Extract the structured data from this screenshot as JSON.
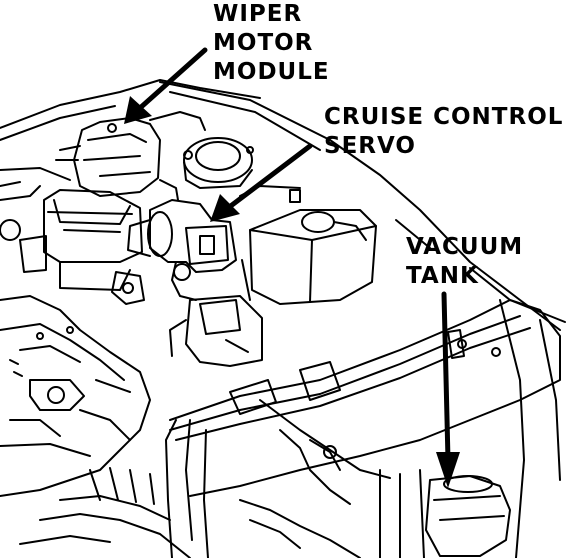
{
  "labels": {
    "wiper_motor_module": [
      "WIPER",
      "MOTOR",
      "MODULE"
    ],
    "cruise_control_servo": [
      "CRUISE CONTROL",
      "SERVO"
    ],
    "vacuum_tank": [
      "VACUUM",
      "TANK"
    ]
  },
  "colors": {
    "line": "#000000",
    "background": "#ffffff"
  }
}
